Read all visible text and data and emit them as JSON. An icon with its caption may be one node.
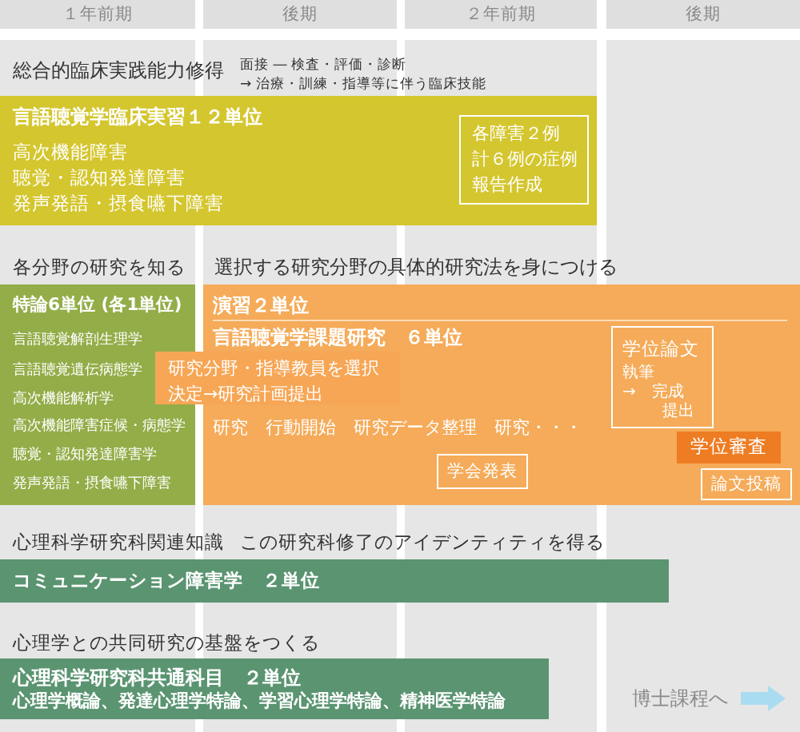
{
  "diagram": {
    "nodes": [
      {
        "text": [
          "１年前期"
        ]
      },
      {
        "text": [
          "後期"
        ]
      },
      {
        "text": [
          "２年前期"
        ]
      },
      {
        "text": [
          "後期"
        ]
      },
      {
        "text": [
          "言語聴覚学臨床実習１２単位",
          "高次機能障害",
          "聴覚・認知発達障害",
          "発声発語・摂食嚥下障害"
        ]
      },
      {
        "text": [
          "各障害２例",
          "計６例の症例",
          "報告作成"
        ],
        "in": 4
      },
      {
        "text": [
          "特論6単位 (各1単位)",
          "言語聴覚解剖生理学",
          "言語聴覚遺伝病態学",
          "高次機能解析学",
          "高次機能障害症候・病態学",
          "聴覚・認知発達障害学",
          "発声発語・摂食嚥下障害"
        ]
      },
      {
        "text": [
          "演習２単位",
          "言語聴覚学課題研究　６単位",
          "研究　行動開始　研究データ整理　研究・・・"
        ]
      },
      {
        "text": [
          "研究分野・指導教員を選択",
          "決定→研究計画提出"
        ]
      },
      {
        "text": [
          "学位論文",
          "執筆",
          "→　完成",
          "提出"
        ],
        "in": 7
      },
      {
        "text": [
          "学位審査"
        ],
        "in": 7
      },
      {
        "text": [
          "論文投稿"
        ],
        "in": 7
      },
      {
        "text": [
          "学会発表"
        ],
        "in": 7
      },
      {
        "text": [
          "コミュニケーション障害学　２単位"
        ]
      },
      {
        "text": [
          "心理科学研究科共通科目　２単位",
          "心理学概論、発達心理学特論、学習心理学特論、精神医学特論"
        ]
      }
    ],
    "labels": [
      "総合的臨床実践能力修得",
      "面接 ― 検査・評価・診断",
      "→ 治療・訓練・指導等に伴う臨床技能",
      "各分野の研究を知る",
      "選択する研究分野の具体的研究法を身につける",
      "心理科学研究科関連知識",
      "この研究科修了のアイデンティティを得る",
      "心理学との共同研究の基盤をつくる",
      "博士課程へ"
    ]
  }
}
